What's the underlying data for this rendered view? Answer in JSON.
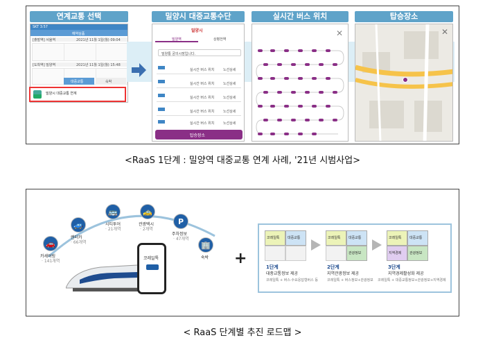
{
  "top_panels": {
    "p1_title": "연계교통 선택",
    "p2_title": "밀양시 대중교통수단",
    "p3_title": "실시간 버스 위치",
    "p4_title": "탑승장소"
  },
  "phone1": {
    "status": "SKT 3:57",
    "header": "예약상품",
    "rows": [
      {
        "label": "[출발역] 서울역",
        "date": "2021년 11월 1일(월) 09:04"
      },
      {
        "label": "[도착역] 밀양역",
        "date": "2021년 11월 1일(월) 15:48"
      }
    ],
    "button_bus": "대중교통",
    "button_taxi": "숙박",
    "banner": "밀양시 대중교통 연계"
  },
  "phone2": {
    "logo": "밀양시",
    "tab1": "밀양역",
    "tab2": "상평전역",
    "search": "밀양통 궁의시장입니다.",
    "bus_items": [
      "실시간 버스 위치",
      "실시간 버스 위치",
      "실시간 버스 위치",
      "실시간 버스 위치",
      "실시간 버스 위치"
    ],
    "route_label": "노선상세",
    "bottom_button": "탑승장소"
  },
  "caption1": "<RaaS 1단계 : 밀양역 대중교통 연계 사례, '21년 시범사업>",
  "roadmap": {
    "services": [
      {
        "name": "카셰어링",
        "sub": "· 141개역"
      },
      {
        "name": "렌터카",
        "sub": "· 66개역"
      },
      {
        "name": "시티투어",
        "sub": "· 21개역"
      },
      {
        "name": "관광택시",
        "sub": "· 2개역"
      },
      {
        "name": "주차정보",
        "sub": "· 47개역"
      },
      {
        "name": "숙박",
        "sub": ""
      }
    ],
    "app_name": "코레일톡",
    "plus": "+",
    "stages": [
      {
        "title": "1단계",
        "desc": "대중교통정보 제공",
        "sub": "코레일톡 + 버스·수요응답형버스 등",
        "pieces": [
          "코레일톡",
          "대중교통"
        ]
      },
      {
        "title": "2단계",
        "desc": "지역관광정보 제공",
        "sub": "코레일톡 + 버스정보+관광정보",
        "pieces": [
          "코레일톡",
          "대중교통",
          "관광정보"
        ]
      },
      {
        "title": "3단계",
        "desc": "지역경제활성화 제공",
        "sub": "코레일톡 + 대중교통정보+관광정보+지역경제",
        "pieces": [
          "코레일톡",
          "대중교통",
          "지역경제",
          "관광정보"
        ]
      }
    ]
  },
  "caption2": "< RaaS 단계별 추진 로드맵 >"
}
